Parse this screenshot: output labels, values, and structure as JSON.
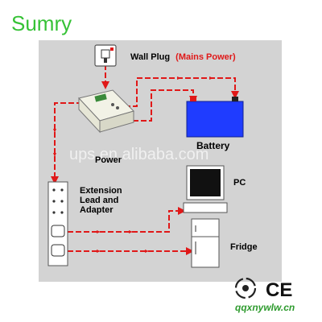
{
  "brand": {
    "name": "Sumry",
    "color": "#36c236"
  },
  "labels": {
    "wall_plug_prefix": "Wall Plug",
    "wall_plug_suffix": "(Mains Power)",
    "battery": "Battery",
    "power": "Power",
    "pc": "PC",
    "extension_line1": "Extension",
    "extension_line2": "Lead and",
    "extension_line3": "Adapter",
    "fridge": "Fridge"
  },
  "watermark": {
    "text": "ups.en.alibaba.com"
  },
  "footer": {
    "website": "qqxnywlw.cn",
    "ce_mark": "CE",
    "website_color": "#2e9b2e"
  },
  "colors": {
    "panel": "#d3d3d3",
    "wire": "#e01818",
    "battery": "#1f3cff",
    "mains_power_text": "#e01818"
  }
}
